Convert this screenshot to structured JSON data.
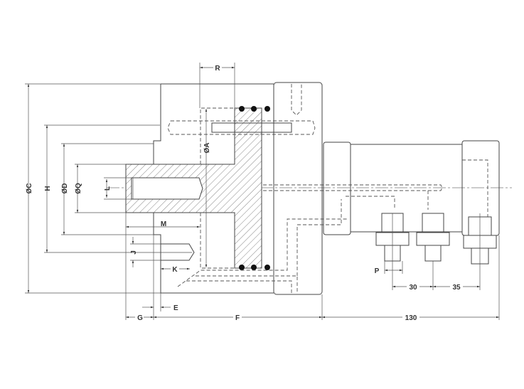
{
  "drawing": {
    "labels": {
      "R": "R",
      "A": "ØA",
      "C": "ØC",
      "H": "H",
      "D": "ØD",
      "Q": "ØQ",
      "L": "L",
      "M": "M",
      "J": "J",
      "K": "K",
      "E": "E",
      "G": "G",
      "F": "F",
      "P": "P",
      "d30": "30",
      "d35": "35",
      "d130": "130"
    },
    "colors": {
      "line": "#444444",
      "background": "#ffffff"
    }
  }
}
